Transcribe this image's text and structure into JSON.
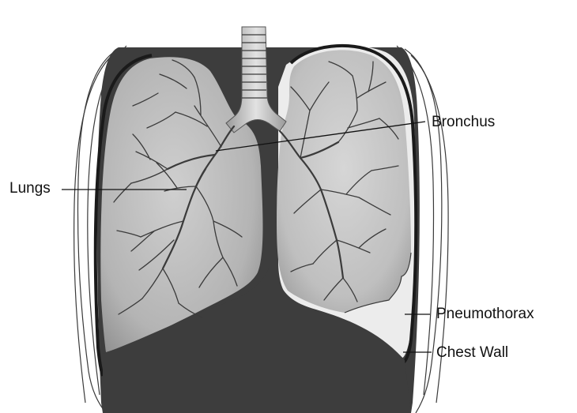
{
  "labels": {
    "bronchus": "Bronchus",
    "lungs": "Lungs",
    "pneumothorax": "Pneumothorax",
    "chest_wall": "Chest Wall"
  },
  "colors": {
    "dark_cavity": "#3d3d3d",
    "lung_fill": "#bdbdbd",
    "collapsed_lung_fill": "#c8c8c8",
    "pneumothorax_space": "#ececec",
    "outline": "#1a1a1a",
    "label_text": "#111111"
  }
}
